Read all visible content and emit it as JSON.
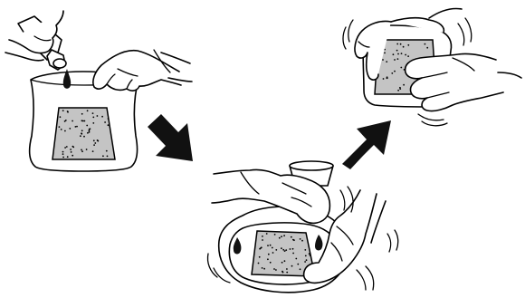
{
  "steps": [
    {
      "id": 1,
      "action": "pour-liquid-into-bag"
    },
    {
      "id": 2,
      "action": "seal-and-shake-bag"
    },
    {
      "id": 3,
      "action": "massage-sealed-pouch"
    }
  ],
  "arrows": [
    {
      "from": 1,
      "to": 2
    },
    {
      "from": 2,
      "to": 3
    }
  ],
  "colors": {
    "line": "#000000",
    "pad_fill": "#c4c4c4",
    "arrow": "#111111",
    "background": "#ffffff"
  }
}
